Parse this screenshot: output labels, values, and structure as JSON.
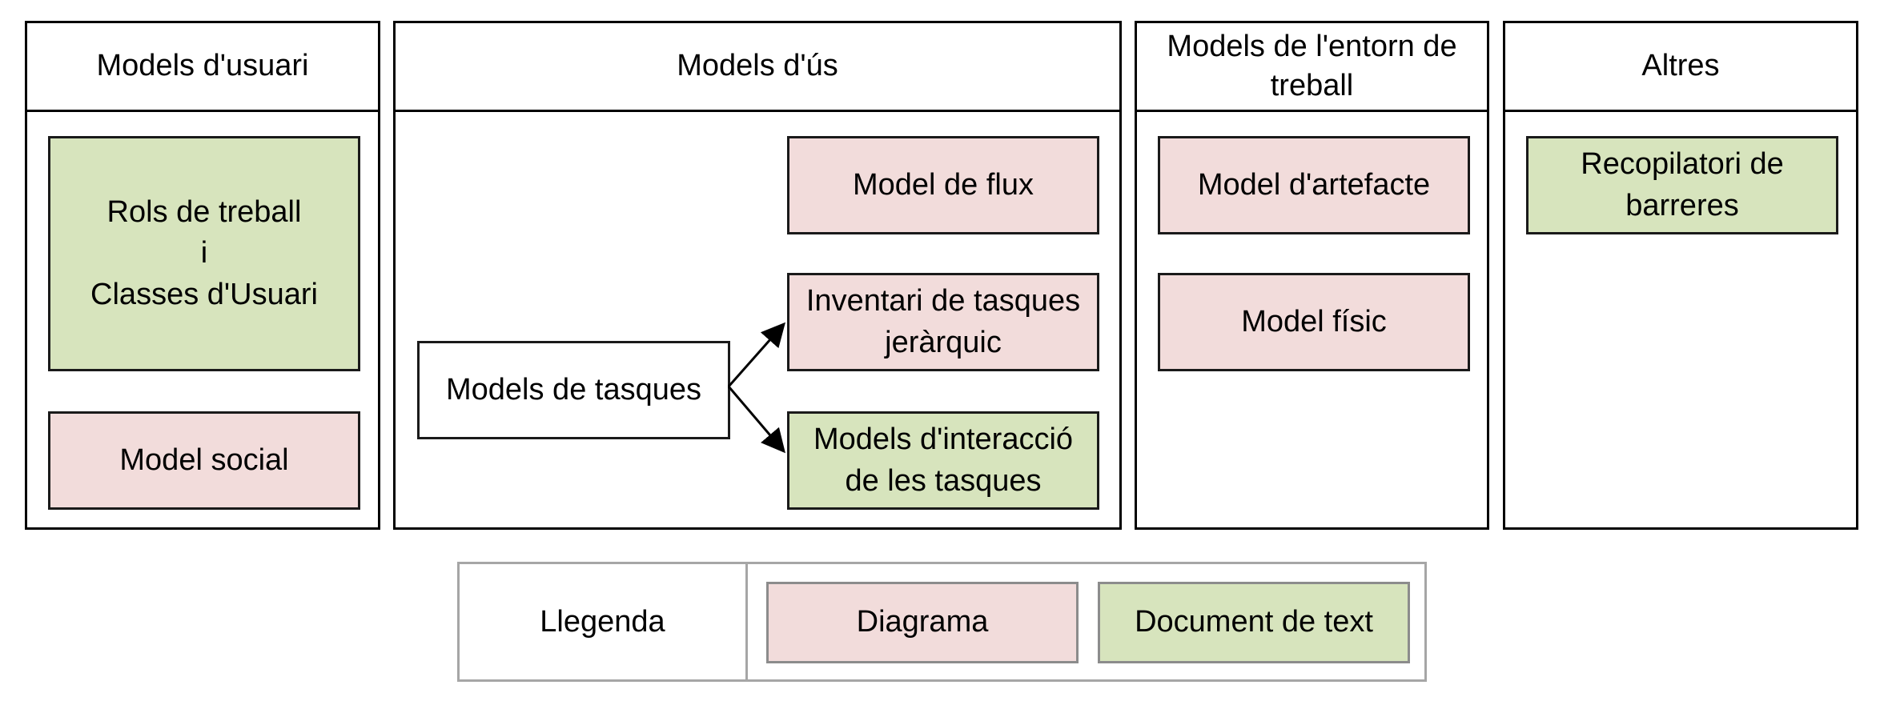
{
  "columns": {
    "user_models": {
      "title": "Models d'usuari",
      "boxes": {
        "roles": "Rols de treball\ni\nClasses d'Usuari",
        "social": "Model social"
      }
    },
    "usage_models": {
      "title": "Models d'ús",
      "boxes": {
        "tasks": "Models de tasques",
        "flow": "Model de flux",
        "inventory": "Inventari de tasques\njeràrquic",
        "interaction": "Models d'interacció\nde les tasques"
      }
    },
    "work_environment": {
      "title": "Models de l'entorn de\ntreball",
      "boxes": {
        "artifact": "Model d'artefacte",
        "physical": "Model físic"
      }
    },
    "others": {
      "title": "Altres",
      "boxes": {
        "barriers": "Recopilatori de\nbarreres"
      }
    }
  },
  "legend": {
    "title": "Llegenda",
    "diagram": "Diagrama",
    "text_document": "Document de text"
  },
  "colors": {
    "diagram": "#f2dcdb",
    "text_document": "#d7e4bd",
    "border": "#000000",
    "legend_border": "#a6a6a6"
  }
}
